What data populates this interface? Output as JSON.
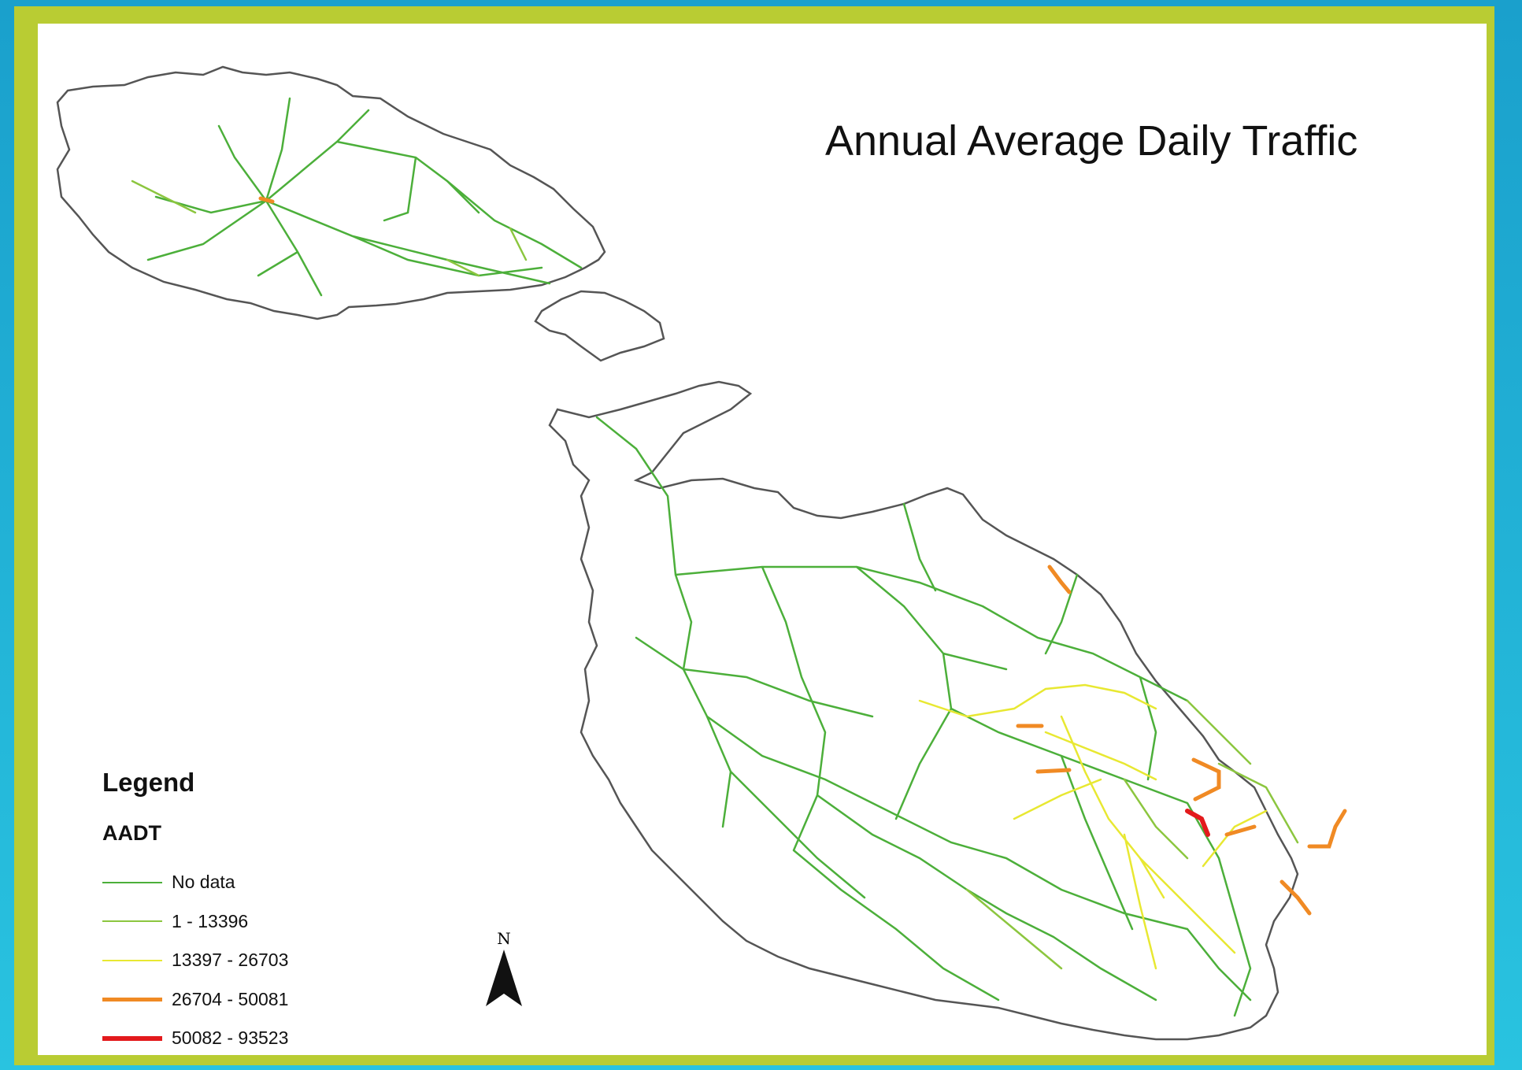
{
  "map": {
    "title": "Annual Average Daily Traffic",
    "legend": {
      "heading": "Legend",
      "field": "AADT",
      "items": [
        {
          "label": "No data",
          "color": "#4caf3a"
        },
        {
          "label": "1 - 13396",
          "color": "#8cc63f"
        },
        {
          "label": "13397 - 26703",
          "color": "#e8e832"
        },
        {
          "label": "26704 - 50081",
          "color": "#f08a24"
        },
        {
          "label": "50082 - 93523",
          "color": "#e31a1c"
        }
      ]
    },
    "north_arrow": {
      "label": "N",
      "icon": "north-arrow-icon"
    },
    "coastline_color": "#555555",
    "frame_color": "#b9cc33",
    "background_color": "#1aa0cc"
  }
}
